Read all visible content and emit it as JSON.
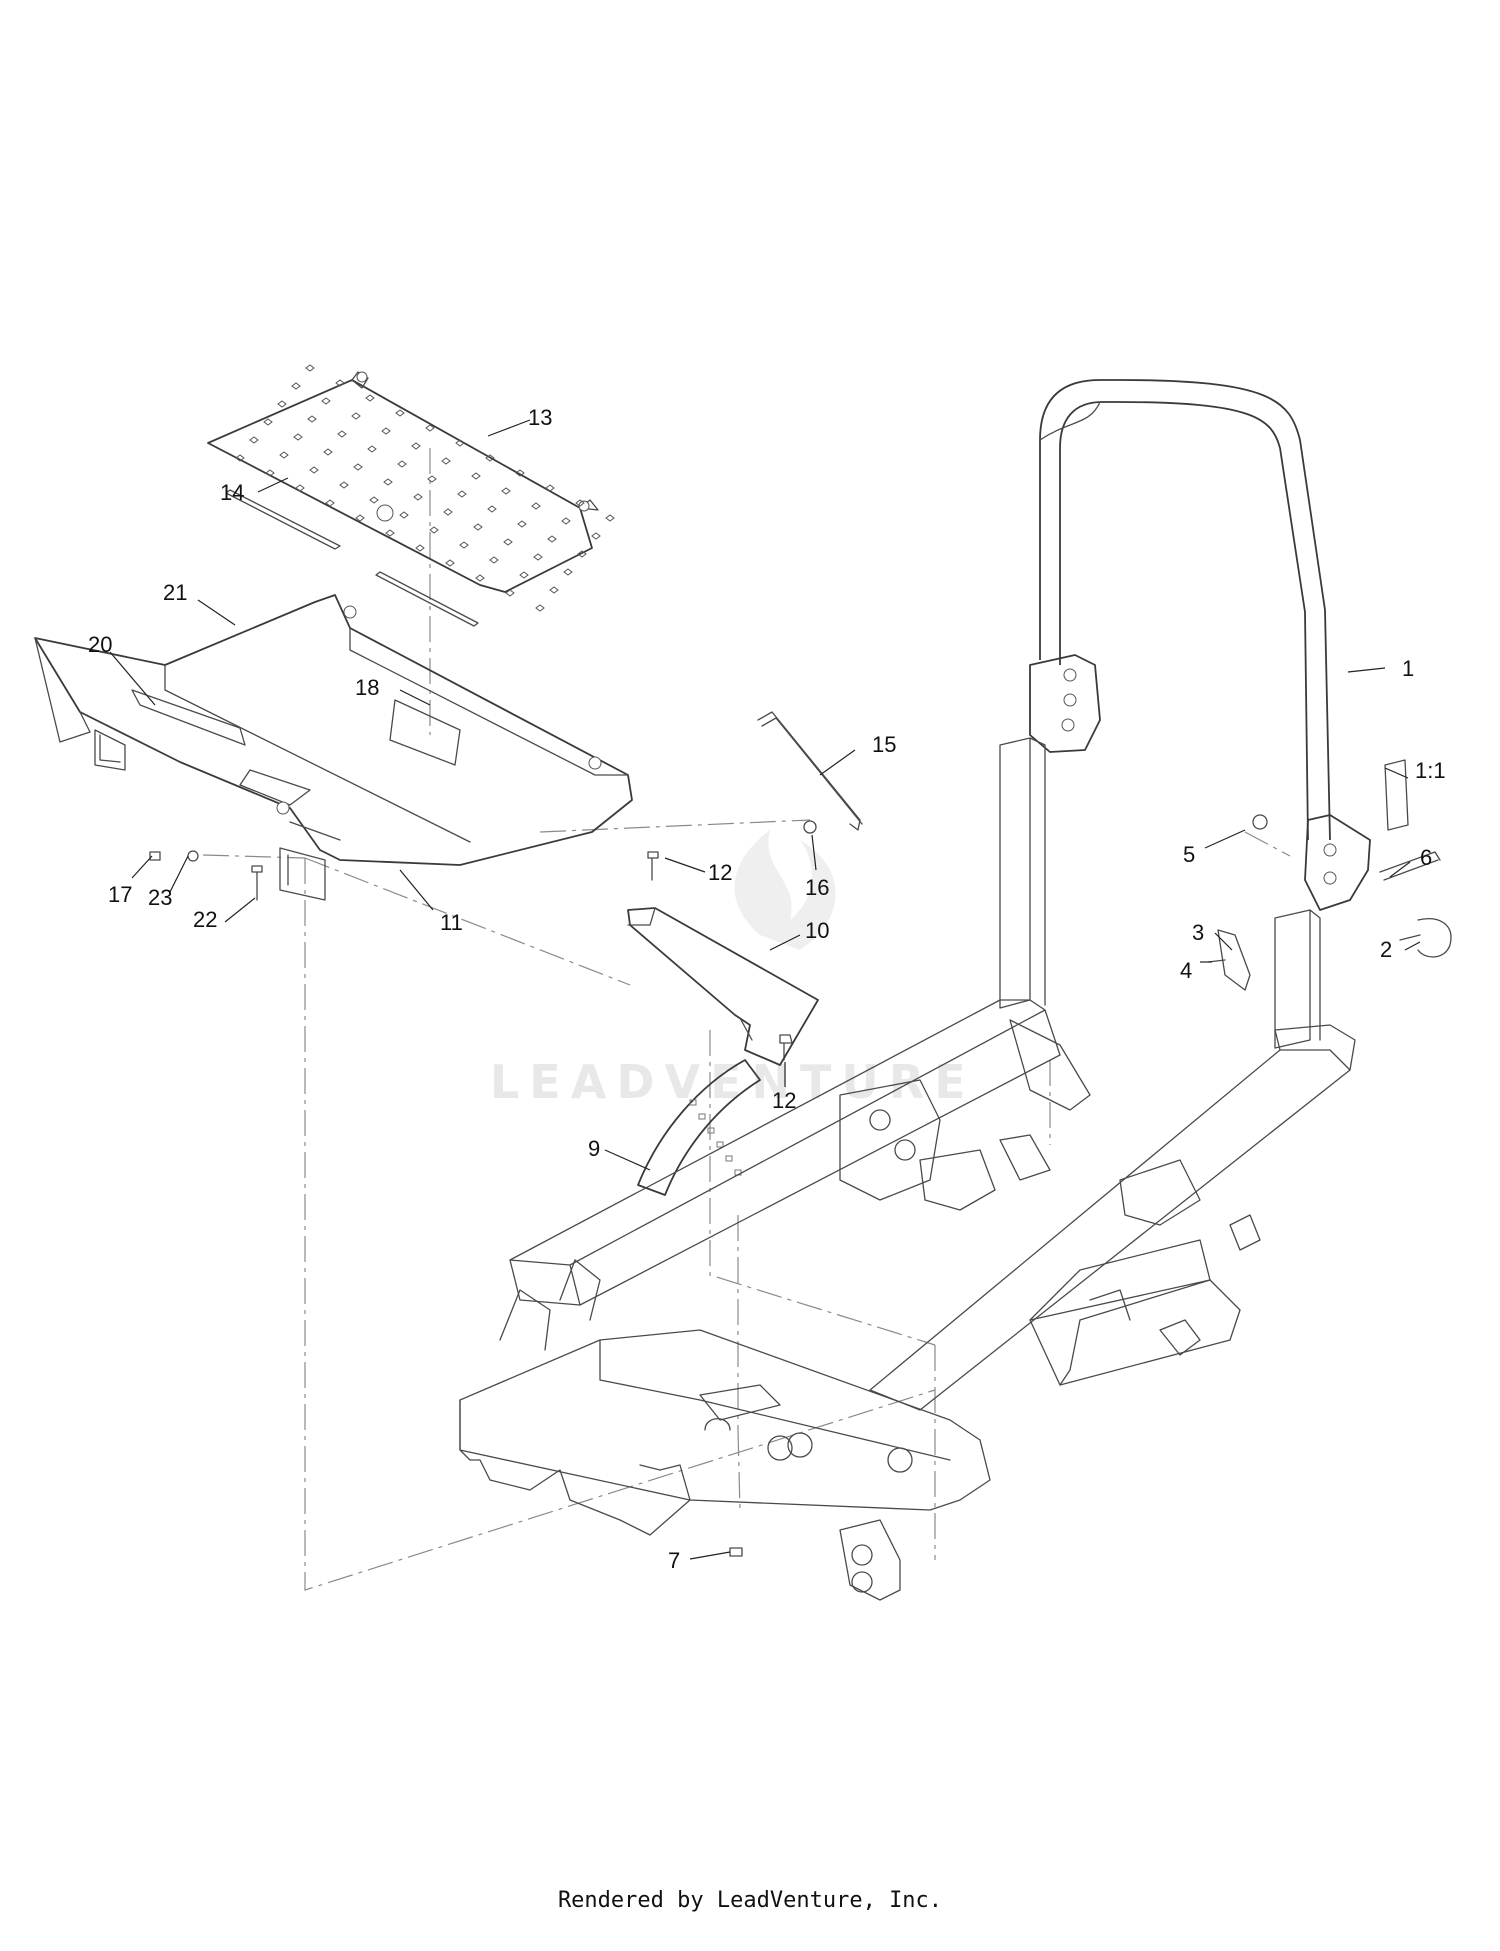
{
  "watermark": "LEADVENTURE",
  "footer": "Rendered by LeadVenture, Inc.",
  "callouts": [
    {
      "id": "1",
      "text": "1"
    },
    {
      "id": "1-1",
      "text": "1:1"
    },
    {
      "id": "2",
      "text": "2"
    },
    {
      "id": "3",
      "text": "3"
    },
    {
      "id": "4",
      "text": "4"
    },
    {
      "id": "5",
      "text": "5"
    },
    {
      "id": "6",
      "text": "6"
    },
    {
      "id": "7",
      "text": "7"
    },
    {
      "id": "9",
      "text": "9"
    },
    {
      "id": "10",
      "text": "10"
    },
    {
      "id": "11",
      "text": "11"
    },
    {
      "id": "12a",
      "text": "12"
    },
    {
      "id": "12b",
      "text": "12"
    },
    {
      "id": "13",
      "text": "13"
    },
    {
      "id": "14",
      "text": "14"
    },
    {
      "id": "15",
      "text": "15"
    },
    {
      "id": "16",
      "text": "16"
    },
    {
      "id": "17",
      "text": "17"
    },
    {
      "id": "18",
      "text": "18"
    },
    {
      "id": "20",
      "text": "20"
    },
    {
      "id": "21",
      "text": "21"
    },
    {
      "id": "22",
      "text": "22"
    },
    {
      "id": "23",
      "text": "23"
    }
  ]
}
